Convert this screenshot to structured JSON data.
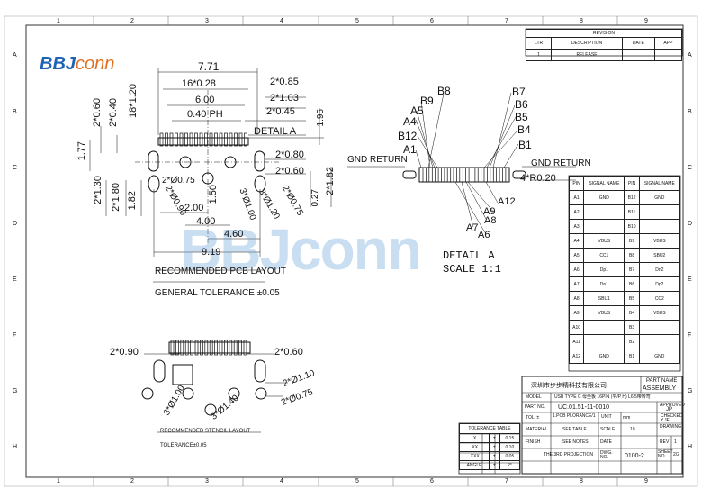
{
  "frame": {
    "columns": [
      "1",
      "2",
      "3",
      "4",
      "5",
      "6",
      "7",
      "8",
      "9"
    ],
    "rows": [
      "A",
      "B",
      "C",
      "D",
      "E",
      "F",
      "G",
      "H"
    ]
  },
  "logo": {
    "main": "BBJ",
    "tail": "conn"
  },
  "watermark": "BBJconn",
  "revision": {
    "title": "REVISION",
    "headers": [
      "LTR",
      "DESCRIPTION",
      "DATE",
      "APP"
    ],
    "row": [
      "1",
      "RELEASE",
      "",
      ""
    ]
  },
  "pcb": {
    "dims": {
      "d771": "7.71",
      "d16x028": "16*0.28",
      "d600": "6.00",
      "d040ph": "0.40 PH",
      "d2x085": "2*0.85",
      "d2x103": "2*1.03",
      "d2x045": "2*0.45",
      "d195": "1.95",
      "d2x060a": "2*0.60",
      "d2x040": "2*0.40",
      "d18x120": "18*1.20",
      "d177": "1.77",
      "detail": "DETAIL A",
      "d2x080": "2*0.80",
      "d2x060b": "2*0.60",
      "d2x075a": "2*Ø0.75",
      "d2x130": "2*1.30",
      "d2x180": "2*1.80",
      "d182": "1.82",
      "d2x090": "2*Ø0.90",
      "d200": "2.00",
      "d150": "1.50",
      "d400": "4.00",
      "d460": "4.60",
      "d3x100": "3*Ø1.00",
      "d3x120": "3*Ø1.20",
      "d2x075b": "2*Ø0.75",
      "d027": "0.27",
      "d2x182": "2*1.82",
      "d919": "9.19"
    },
    "label": "RECOMMENDED PCB LAYOUT",
    "tolerance": "GENERAL TOLERANCE ±0.05"
  },
  "stencil": {
    "dims": {
      "d2x090": "2*0.90",
      "d2x060": "2*0.60",
      "d2x110": "2*Ø1.10",
      "d2x075": "2*Ø0.75",
      "d3x100": "3*Ø1.00",
      "d3x140": "3*Ø1.40"
    },
    "label": "RECOMMENDED STENCIL LAYOUT",
    "tolerance": "TOLERANCE±0.05"
  },
  "detail": {
    "top_labels": [
      "B8",
      "B9",
      "A5",
      "A4",
      "B12",
      "A1",
      "B7",
      "B6",
      "B5",
      "B4",
      "B1"
    ],
    "bottom_labels": [
      "A12",
      "A9",
      "A8",
      "A7",
      "A6"
    ],
    "gnd_left": "GND RETURN",
    "gnd_right": "GND RETURN",
    "radius": "4*R0.20",
    "title": "DETAIL A",
    "scale": "SCALE 1:1"
  },
  "pins": {
    "headers": [
      "PIN",
      "SIGNAL NAME",
      "PIN",
      "SIGNAL NAME"
    ],
    "rows": [
      [
        "A1",
        "GND",
        "B12",
        "GND"
      ],
      [
        "A2",
        "",
        "B11",
        ""
      ],
      [
        "A3",
        "",
        "B10",
        ""
      ],
      [
        "A4",
        "VBUS",
        "B9",
        "VBUS"
      ],
      [
        "A5",
        "CC1",
        "B8",
        "SBU2"
      ],
      [
        "A6",
        "Dp1",
        "B7",
        "Dn2"
      ],
      [
        "A7",
        "Dn1",
        "B6",
        "Dp2"
      ],
      [
        "A8",
        "SBU1",
        "B5",
        "CC2"
      ],
      [
        "A9",
        "VBUS",
        "B4",
        "VBUS"
      ],
      [
        "A10",
        "",
        "B3",
        ""
      ],
      [
        "A11",
        "",
        "B2",
        ""
      ],
      [
        "A12",
        "GND",
        "B1",
        "GND"
      ]
    ]
  },
  "tolerance_table": {
    "title": "TOLERANCE TABLE",
    "rows": [
      [
        ".X",
        "±",
        "0.15"
      ],
      [
        ".XX",
        "±",
        "0.10"
      ],
      [
        ".XXX",
        "±",
        "0.05"
      ],
      [
        "ANGLE",
        "±",
        "2°"
      ]
    ]
  },
  "title_block": {
    "company": "深圳市步步精科技有限公司",
    "part_name_label": "PART NAME",
    "part_name": "ASSEMBLY",
    "model_label": "MODEL",
    "model": "USB TYPE C 母坐板 16PIN (平/P H) L6.5带转弯",
    "part_no_label": "PART NO.",
    "part_no": "UC.01.51-11-0010",
    "approved_label": "APPROVED",
    "approved": "JP",
    "tol_label": "TOL. ±",
    "tol_value": "1.PCB PLORANCE/1",
    "unit_label": "UNIT",
    "unit": "mm",
    "checked_label": "CHECKED",
    "checked": "Y.JF",
    "material_label": "MATERIAL",
    "material": "SEE TABLE",
    "scale_label": "SCALE",
    "scale": "10",
    "drawing_label": "DRAWING",
    "rev_label": "REV",
    "rev": "1",
    "finish_label": "FINISH",
    "finish": "SEE NOTES",
    "date_label": "DATE",
    "projection": "THE 3RD PROJECTION",
    "dwg_label": "DWG. NO.",
    "dwg_no": "0100-2",
    "sheet_label": "SHEET NO.",
    "sheet": "2/2"
  }
}
